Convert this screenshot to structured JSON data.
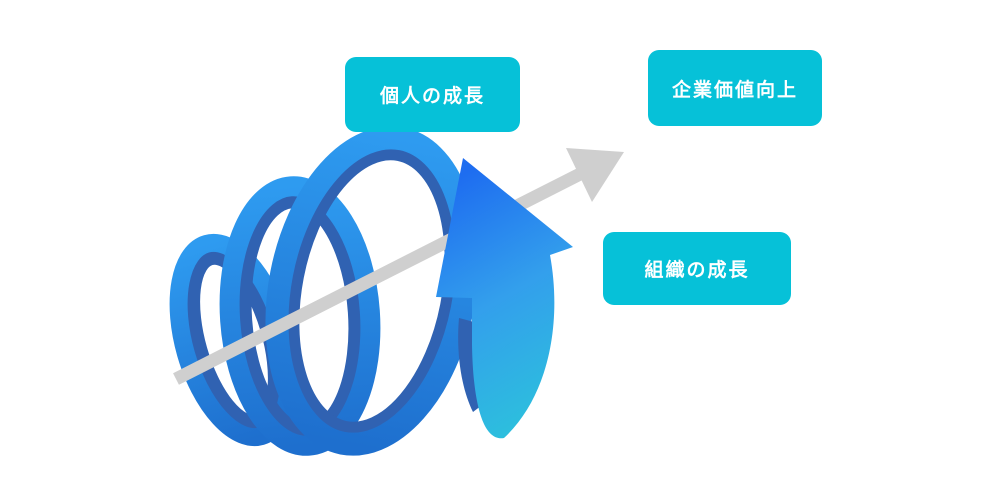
{
  "diagram": {
    "labels": [
      {
        "id": "personal-growth",
        "text": "個人の成長"
      },
      {
        "id": "corporate-value-up",
        "text": "企業価値向上"
      },
      {
        "id": "organizational-growth",
        "text": "組織の成長"
      }
    ]
  },
  "colors": {
    "background": "#FFFFFF",
    "label_bg": "#06C1D8",
    "label_text": "#FFFFFF",
    "spiral_light_top": "#2E9BF0",
    "spiral_light_bottom": "#1E6FCE",
    "spiral_dark": "#3062B2",
    "arrow_blue": "#1E6DF0",
    "arrow_mid": "#339FEC",
    "arrow_teal": "#2BC6DA",
    "axis_gray": "#CFCFCF"
  }
}
